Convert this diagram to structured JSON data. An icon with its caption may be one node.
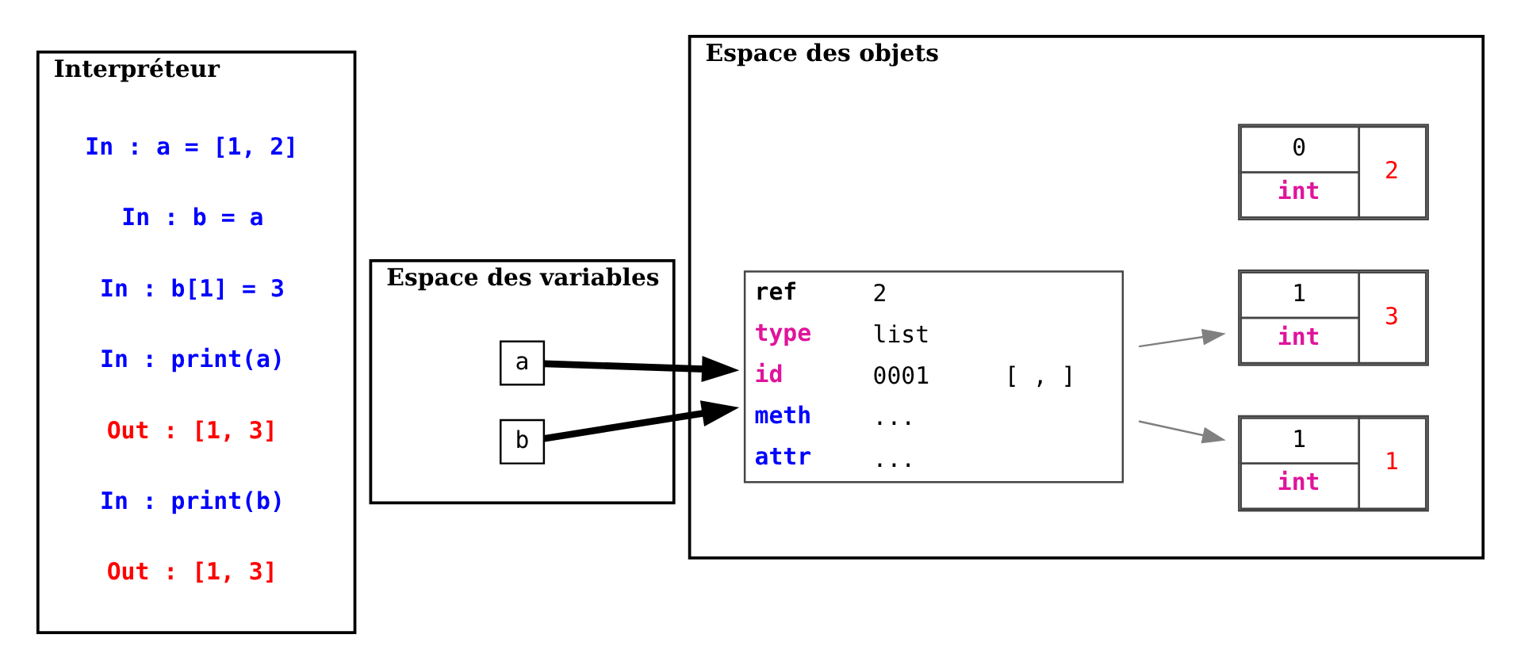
{
  "diagram": {
    "nodes": [
      {
        "text": [
          "Interpréteur"
        ]
      },
      {
        "text": [
          "Espace des variables"
        ]
      },
      {
        "text": [
          "Espace des objets"
        ]
      },
      {
        "text": [
          "a"
        ],
        "in": 1
      },
      {
        "text": [
          "b"
        ],
        "in": 1
      },
      {
        "text": [
          "1",
          "int",
          "1"
        ],
        "in": 2
      },
      {
        "text": [
          "0",
          "int",
          "2"
        ],
        "in": 2
      },
      {
        "text": [
          "ref",
          "2",
          "type",
          "list",
          "id",
          "0001",
          "meth",
          "...",
          "attr",
          "...",
          "[ , ]"
        ],
        "in": 2
      },
      {
        "text": [
          "1",
          "int",
          "3"
        ],
        "in": 2
      }
    ],
    "edges": [
      {
        "from": 3,
        "to": 7,
        "arrow": "to",
        "style": "thick"
      },
      {
        "from": 4,
        "to": 7,
        "arrow": "to",
        "style": "thick"
      },
      {
        "from": 7,
        "to": 5,
        "arrow": "to",
        "color": "#808080"
      },
      {
        "from": 7,
        "to": 8,
        "arrow": "to",
        "color": "#808080"
      }
    ],
    "labels": [
      "In : a = [1, 2]",
      "In : b = a",
      "In : b[1] = 3",
      "In : print(a)",
      "Out : [1, 3]",
      "In : print(b)",
      "Out : [1, 3]"
    ]
  }
}
